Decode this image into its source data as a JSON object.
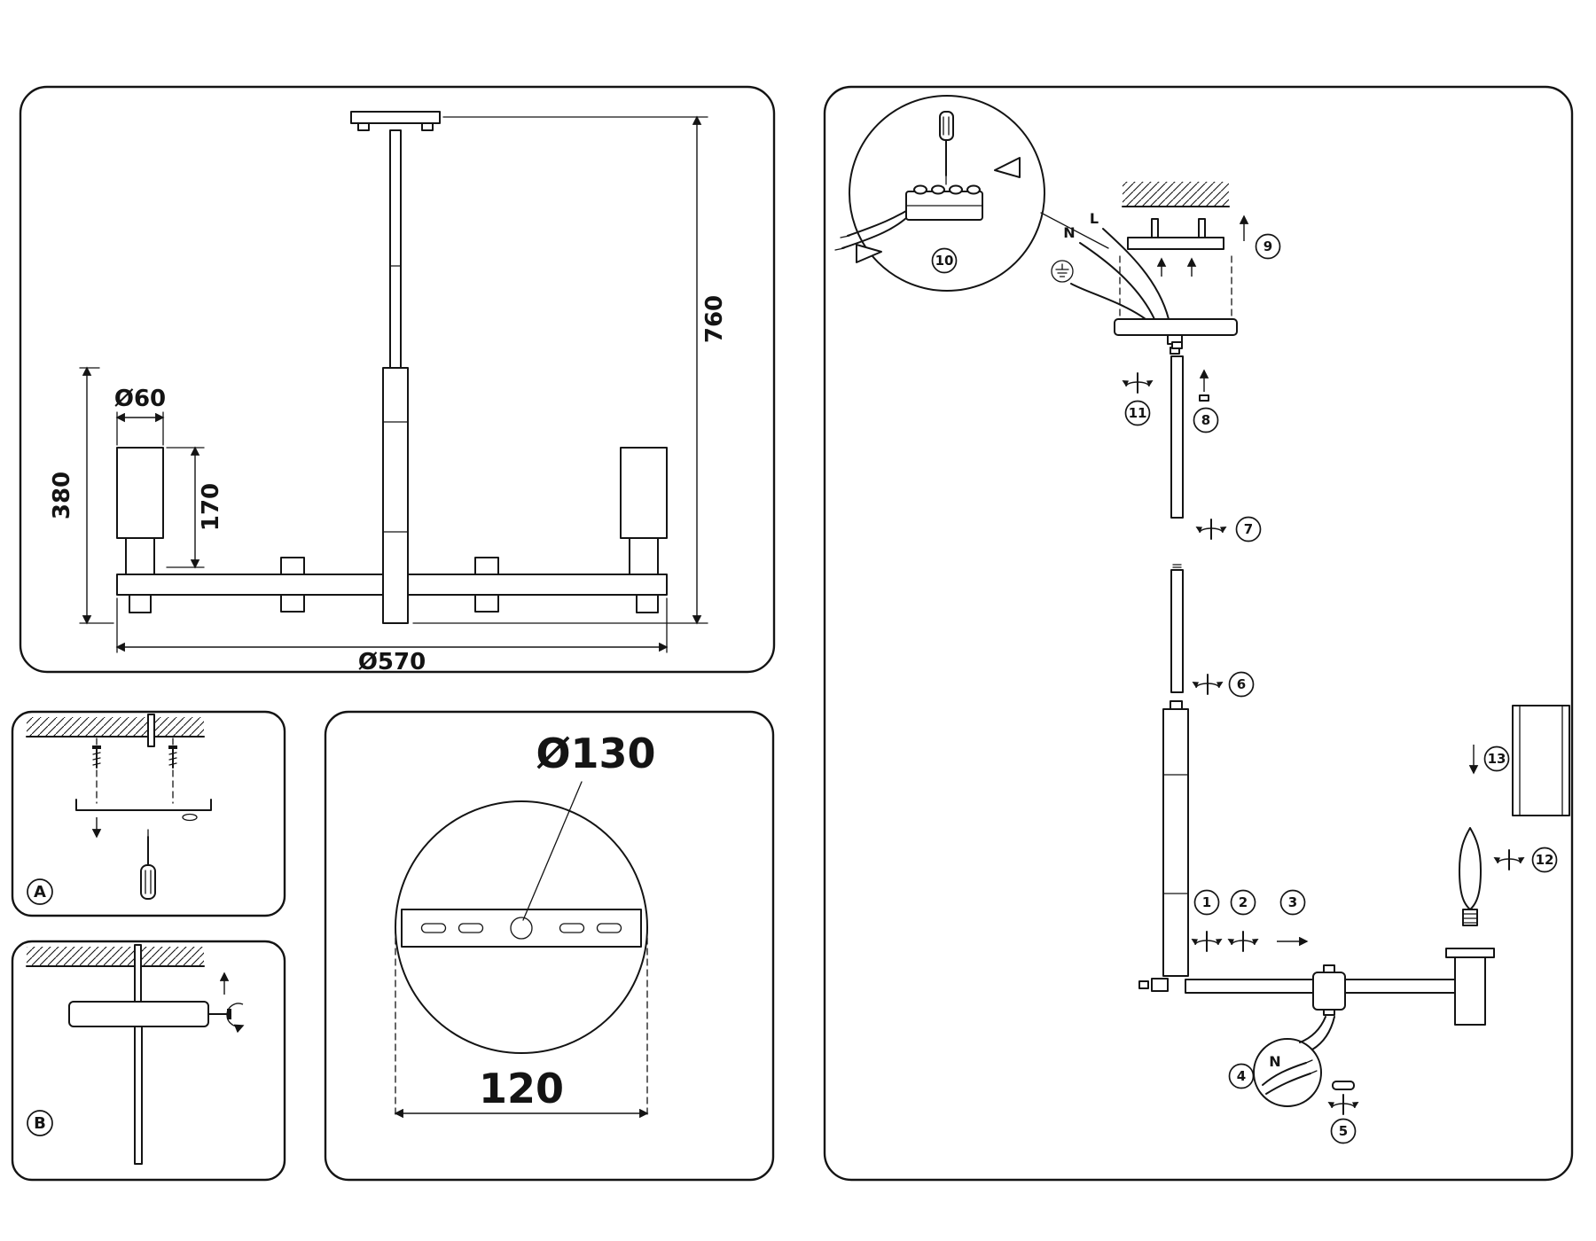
{
  "colors": {
    "ink": "#141414",
    "background": "#ffffff"
  },
  "overall_view": {
    "shade_diameter": "Ø60",
    "drop_height": "380",
    "shade_height": "170",
    "overall_height": "760",
    "overall_diameter": "Ø570"
  },
  "mounting": {
    "panel_a_label": "A",
    "panel_b_label": "B"
  },
  "canopy_detail": {
    "diameter_label": "Ø130",
    "spacing_label": "120"
  },
  "assembly": {
    "wire_neutral": "N",
    "wire_live": "L",
    "detail_wire_neutral": "N",
    "steps": {
      "s1": "1",
      "s2": "2",
      "s3": "3",
      "s4": "4",
      "s5": "5",
      "s6": "6",
      "s7": "7",
      "s8": "8",
      "s9": "9",
      "s10": "10",
      "s11": "11",
      "s12": "12",
      "s13": "13"
    }
  }
}
